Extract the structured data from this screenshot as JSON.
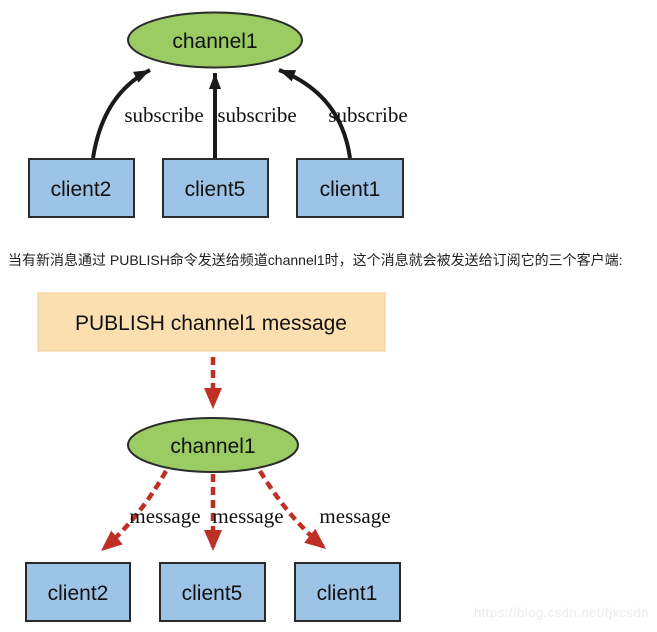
{
  "page": {
    "description_text": "当有新消息通过 PUBLISH命令发送给频道channel1时，这个消息就会被发送给订阅它的三个客户端:",
    "watermark": "https://blog.csdn.net/fjxcsdn"
  },
  "colors": {
    "channel_fill": "#9BCB63",
    "client_fill": "#9DC3E6",
    "publish_fill": "#FBDFB1",
    "publish_border": "#F2CD93",
    "subscribe_arrow": "#1A1A1A",
    "message_arrow": "#BE3026",
    "caption_color": "#222222",
    "watermark_color": "#EBEBEB"
  },
  "subscribe_diagram": {
    "channel_label": "channel1",
    "clients": [
      "client2",
      "client5",
      "client1"
    ],
    "edge_labels": [
      "subscribe",
      "subscribe",
      "subscribe"
    ]
  },
  "publish_diagram": {
    "publish_command": "PUBLISH channel1 message",
    "channel_label": "channel1",
    "clients": [
      "client2",
      "client5",
      "client1"
    ],
    "edge_labels": [
      "message",
      "message",
      "message"
    ]
  }
}
